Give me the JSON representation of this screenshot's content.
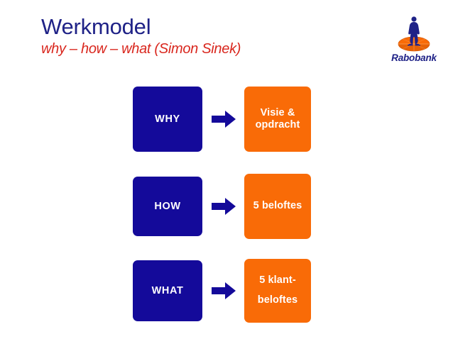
{
  "header": {
    "title": "Werkmodel",
    "subtitle": "why – how – what (Simon Sinek)"
  },
  "logo": {
    "wordmark": "Rabobank",
    "mark_name": "rabobank-figure-logo",
    "figure_color": "#1f2287",
    "disc_color": "#f96b07"
  },
  "colors": {
    "title_blue": "#1f2287",
    "subtitle_red": "#d9271e",
    "box_blue": "#140a9a",
    "box_orange": "#f96b07",
    "arrow_blue": "#140a9a",
    "background": "#ffffff",
    "box_text": "#ffffff"
  },
  "diagram": {
    "type": "three-row-mapping",
    "rows": [
      {
        "key": "why",
        "question": "WHY",
        "arrow": "right-arrow",
        "answer": "Visie &\nopdracht",
        "answer_line_1": "Visie &",
        "answer_line_2": "opdracht",
        "answer_spacing": "tight"
      },
      {
        "key": "how",
        "question": "HOW",
        "arrow": "right-arrow",
        "answer": "5 beloftes",
        "answer_line_1": "5 beloftes",
        "answer_line_2": "",
        "answer_spacing": "tight"
      },
      {
        "key": "what",
        "question": "WHAT",
        "arrow": "right-arrow",
        "answer": "5 klant-\nbeloftes",
        "answer_line_1": "5 klant-",
        "answer_line_2": "beloftes",
        "answer_spacing": "loose"
      }
    ]
  }
}
